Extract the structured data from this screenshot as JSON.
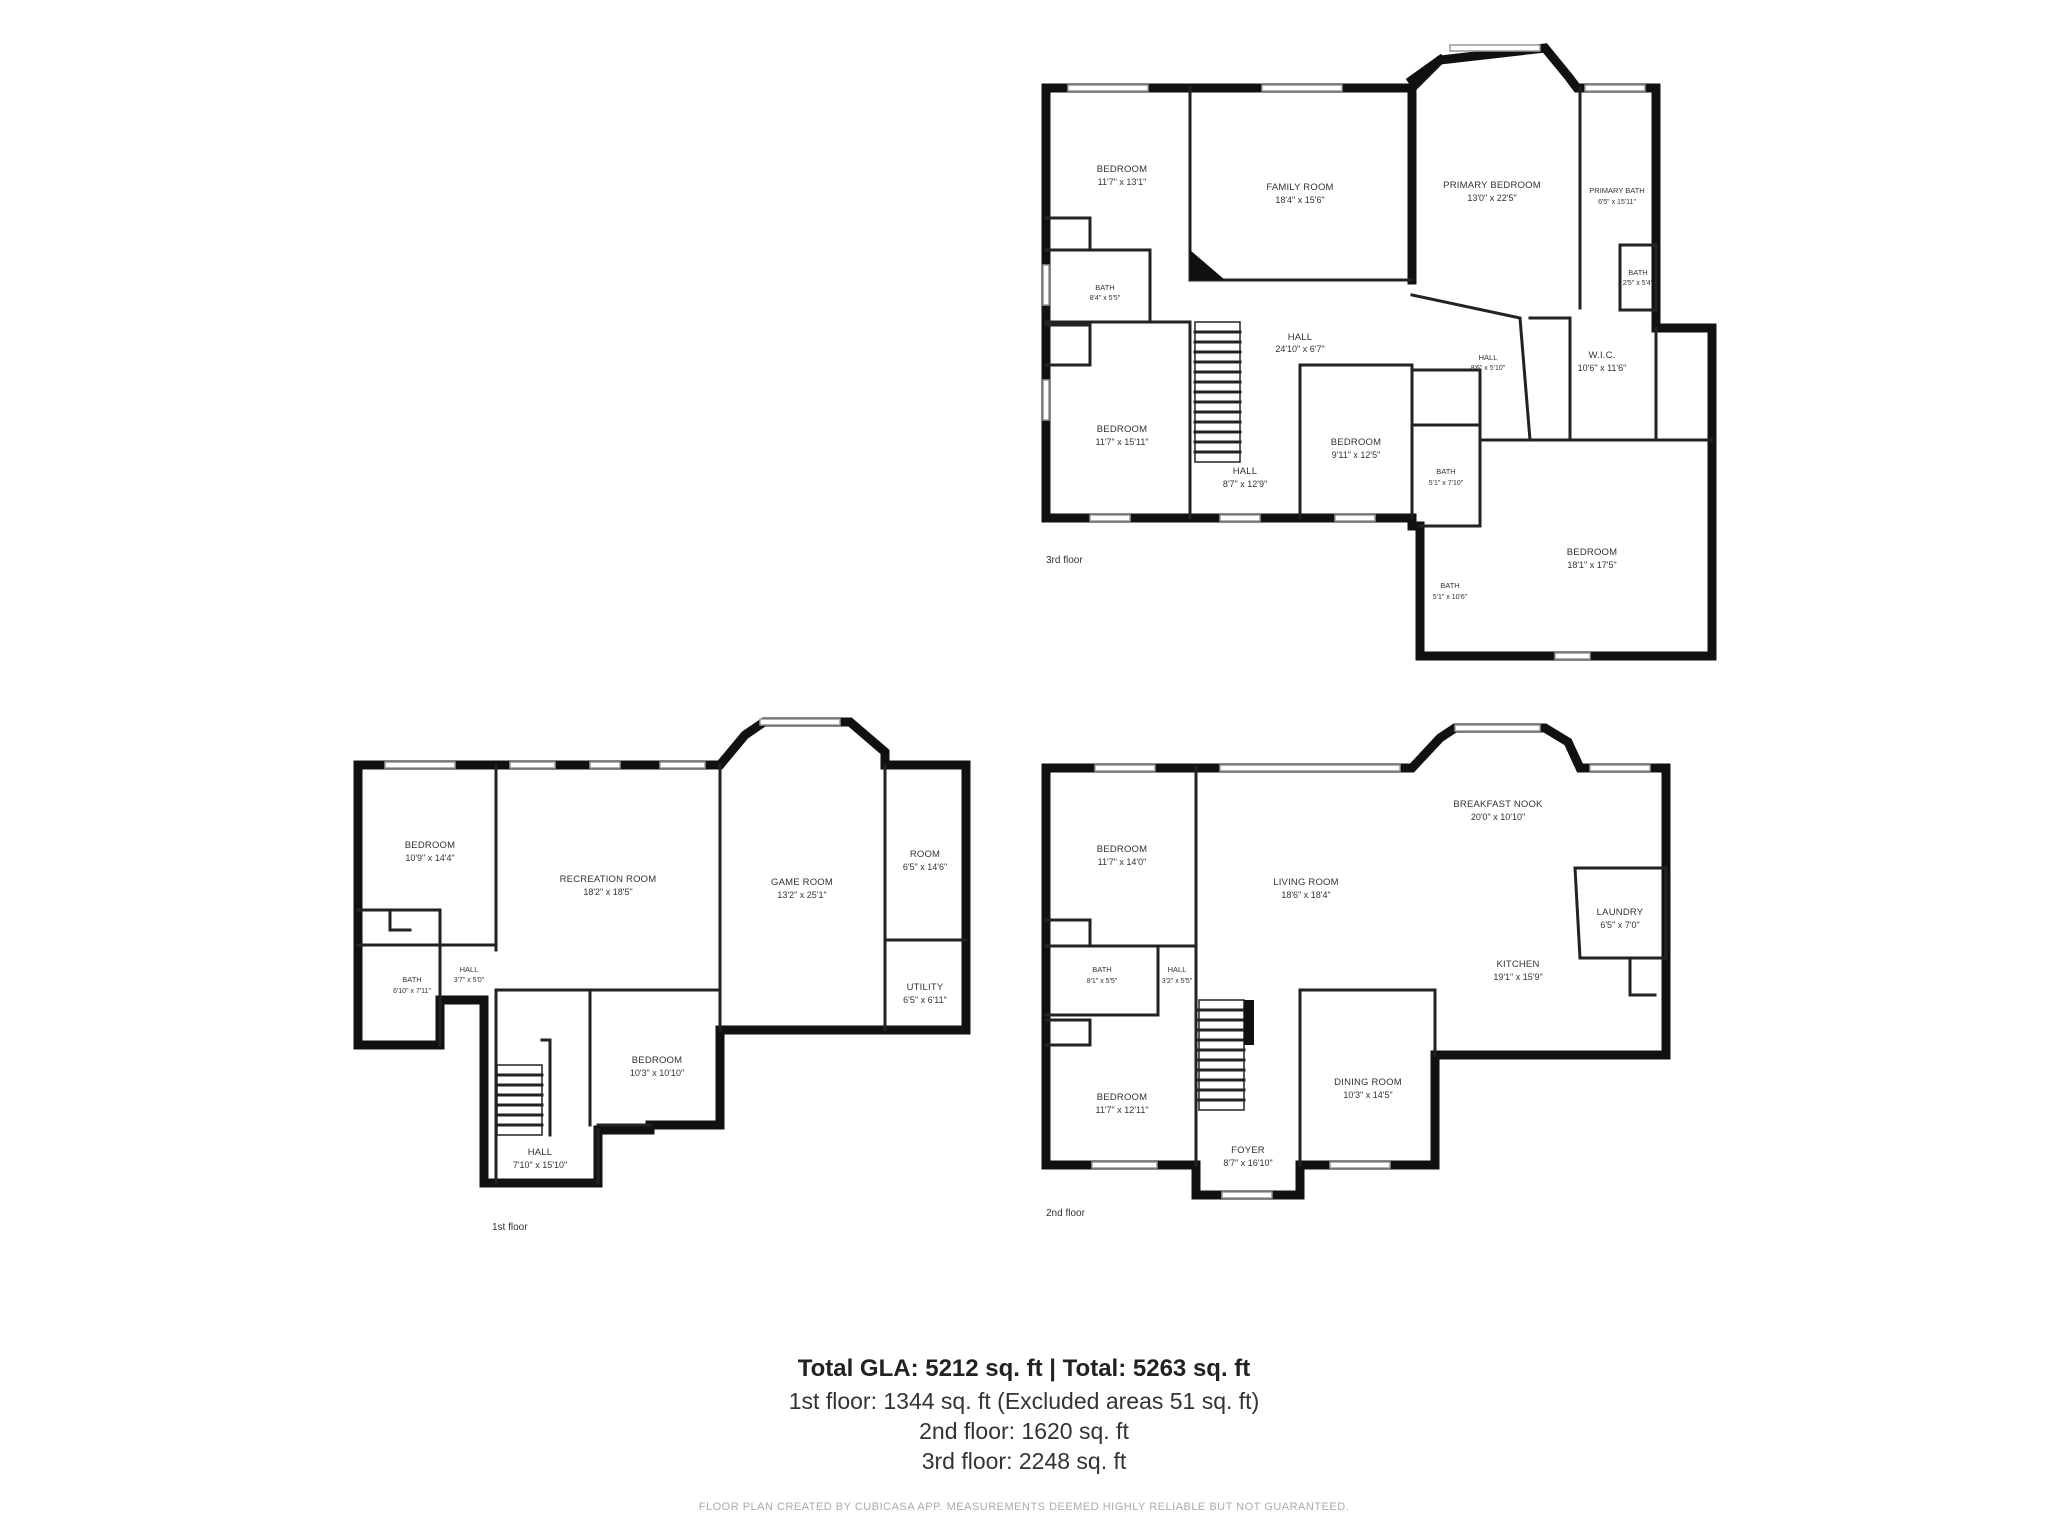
{
  "floors": {
    "third": {
      "label": "3rd floor",
      "rooms": [
        {
          "name": "BEDROOM",
          "dims": "11'7\" x 13'1\""
        },
        {
          "name": "FAMILY ROOM",
          "dims": "18'4\" x 15'6\""
        },
        {
          "name": "PRIMARY BEDROOM",
          "dims": "13'0\" x 22'5\""
        },
        {
          "name": "PRIMARY BATH",
          "dims": "6'5\" x 15'11\""
        },
        {
          "name": "BATH",
          "dims": "2'5\" x 5'4\""
        },
        {
          "name": "BATH",
          "dims": "8'4\" x 5'5\""
        },
        {
          "name": "HALL",
          "dims": "24'10\" x 6'7\""
        },
        {
          "name": "HALL",
          "dims": "8'6\" x 5'10\""
        },
        {
          "name": "W.I.C.",
          "dims": "10'6\" x 11'6\""
        },
        {
          "name": "BEDROOM",
          "dims": "11'7\" x 15'11\""
        },
        {
          "name": "HALL",
          "dims": "8'7\" x 12'9\""
        },
        {
          "name": "BEDROOM",
          "dims": "9'11\" x 12'5\""
        },
        {
          "name": "BATH",
          "dims": "5'1\" x 7'10\""
        },
        {
          "name": "BEDROOM",
          "dims": "18'1\" x 17'5\""
        },
        {
          "name": "BATH",
          "dims": "5'1\" x 10'6\""
        }
      ]
    },
    "first": {
      "label": "1st floor",
      "rooms": [
        {
          "name": "BEDROOM",
          "dims": "10'9\" x 14'4\""
        },
        {
          "name": "RECREATION ROOM",
          "dims": "18'2\" x 18'5\""
        },
        {
          "name": "GAME ROOM",
          "dims": "13'2\" x 25'1\""
        },
        {
          "name": "ROOM",
          "dims": "6'5\" x 14'6\""
        },
        {
          "name": "UTILITY",
          "dims": "6'5\" x 6'11\""
        },
        {
          "name": "BATH",
          "dims": "6'10\" x 7'11\""
        },
        {
          "name": "HALL",
          "dims": "3'7\" x 5'0\""
        },
        {
          "name": "BEDROOM",
          "dims": "10'3\" x 10'10\""
        },
        {
          "name": "HALL",
          "dims": "7'10\" x 15'10\""
        }
      ]
    },
    "second": {
      "label": "2nd floor",
      "rooms": [
        {
          "name": "BEDROOM",
          "dims": "11'7\" x 14'0\""
        },
        {
          "name": "LIVING ROOM",
          "dims": "18'6\" x 18'4\""
        },
        {
          "name": "BREAKFAST NOOK",
          "dims": "20'0\" x 10'10\""
        },
        {
          "name": "LAUNDRY",
          "dims": "6'5\" x 7'0\""
        },
        {
          "name": "KITCHEN",
          "dims": "19'1\" x 15'9\""
        },
        {
          "name": "BATH",
          "dims": "8'1\" x 5'5\""
        },
        {
          "name": "HALL",
          "dims": "3'2\" x 5'5\""
        },
        {
          "name": "BEDROOM",
          "dims": "11'7\" x 12'11\""
        },
        {
          "name": "DINING ROOM",
          "dims": "10'3\" x 14'5\""
        },
        {
          "name": "FOYER",
          "dims": "8'7\" x 16'10\""
        }
      ]
    }
  },
  "summary": {
    "total": "Total GLA: 5212 sq. ft | Total: 5263 sq. ft",
    "first": "1st floor: 1344 sq. ft (Excluded areas 51 sq. ft)",
    "second": "2nd floor: 1620 sq. ft",
    "third": "3rd floor: 2248 sq. ft"
  },
  "credit": "FLOOR PLAN CREATED BY CUBICASA APP. MEASUREMENTS DEEMED HIGHLY RELIABLE BUT NOT GUARANTEED."
}
